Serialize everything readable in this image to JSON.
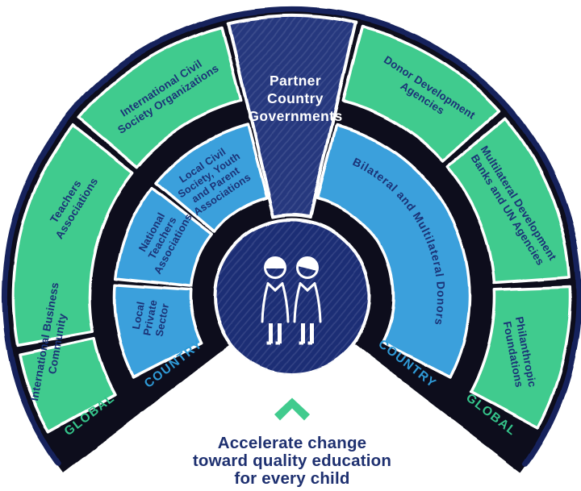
{
  "diagram": {
    "wedge": {
      "id": "partner-country-governments",
      "lines": [
        "Partner",
        "Country",
        "Governments"
      ]
    },
    "segments": {
      "local-private-sector": {
        "lines": [
          "Local",
          "Private",
          "Sector"
        ]
      },
      "national-teachers-associations": {
        "lines": [
          "National",
          "Teachers",
          "Associations"
        ]
      },
      "local-civil-society-youth-parent-associations": {
        "lines": [
          "Local Civil",
          "Society, Youth",
          "and Parent",
          "Associations"
        ]
      },
      "bilateral-multilateral-donors": {
        "label": "Bilateral and Multilateral Donors"
      },
      "international-business-community": {
        "lines": [
          "International Business",
          "Community"
        ]
      },
      "teachers-associations": {
        "lines": [
          "Teachers",
          "Associations"
        ]
      },
      "international-civil-society-organizations": {
        "lines": [
          "International Civil",
          "Society Organizations"
        ]
      },
      "donor-development-agencies": {
        "lines": [
          "Donor Development",
          "Agencies"
        ]
      },
      "multilateral-development-banks-un-agencies": {
        "lines": [
          "Multilateral Development",
          "Banks and UN Agencies"
        ]
      },
      "philanthropic-foundations": {
        "lines": [
          "Philanthropic",
          "Foundations"
        ]
      }
    },
    "scope_labels": {
      "left_global": "GLOBAL",
      "left_country": "COUNTRY",
      "right_country": "COUNTRY",
      "right_global": "GLOBAL"
    },
    "center_icon": "two-children-icon",
    "arrow_icon": "up-chevron-icon",
    "tagline": {
      "lines": [
        "Accelerate change",
        "toward quality education",
        "for every child"
      ]
    },
    "colors": {
      "green": "#41cb8e",
      "blue": "#3aa0dc",
      "navy_wedge": "#27397e",
      "navy_circle": "#1d2e75",
      "navy_arc": "#14215c",
      "backing": "#0a0e1b",
      "segment_text": "#1b3377",
      "scope_green_text": "#35c58b",
      "scope_blue_text": "#2f9bd8",
      "tagline_text": "#1e3070",
      "white": "#ffffff"
    }
  }
}
